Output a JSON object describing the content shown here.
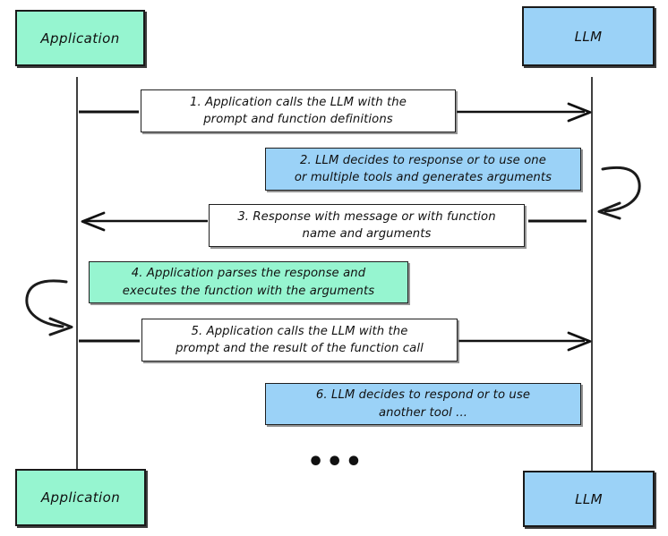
{
  "diagram": {
    "type": "sequence-diagram",
    "title": "LLM function calling sequence",
    "colors": {
      "application_fill": "#96f5d0",
      "llm_fill": "#9bd2f7",
      "plain_fill": "#ffffff",
      "stroke": "#1a1a1a",
      "background": "#ffffff"
    },
    "participants": [
      {
        "id": "application-top",
        "label": "Application",
        "role": "application",
        "position": "top-left"
      },
      {
        "id": "llm-top",
        "label": "LLM",
        "role": "llm",
        "position": "top-right"
      },
      {
        "id": "application-bottom",
        "label": "Application",
        "role": "application",
        "position": "bottom-left"
      },
      {
        "id": "llm-bottom",
        "label": "LLM",
        "role": "llm",
        "position": "bottom-right"
      }
    ],
    "messages": [
      {
        "number": "1",
        "text": "1. Application calls the LLM with the prompt and function definitions",
        "line1": "1. Application calls the LLM with the",
        "line2": "prompt and function definitions",
        "fill": "#ffffff",
        "direction": "application-to-llm",
        "arrow": "right"
      },
      {
        "number": "2",
        "text": "2. LLM decides to response or to use one or multiple tools and generates arguments",
        "line1": "2. LLM decides to response or to use one",
        "line2": "or multiple tools and generates arguments",
        "fill": "#9bd2f7",
        "direction": "llm-self",
        "arrow": "self-loop-left"
      },
      {
        "number": "3",
        "text": "3. Response with message or with function name and arguments",
        "line1": "3. Response with message or with function",
        "line2": "name and arguments",
        "fill": "#ffffff",
        "direction": "llm-to-application",
        "arrow": "left"
      },
      {
        "number": "4",
        "text": "4. Application parses the response and executes the function with the arguments",
        "line1": "4. Application parses the response and",
        "line2": "executes the function with the arguments",
        "fill": "#96f5d0",
        "direction": "application-self",
        "arrow": "self-loop-right"
      },
      {
        "number": "5",
        "text": "5. Application calls the LLM with the prompt and the result of the function call",
        "line1": "5. Application calls the LLM with the",
        "line2": "prompt and the result of the function call",
        "fill": "#ffffff",
        "direction": "application-to-llm",
        "arrow": "right"
      },
      {
        "number": "6",
        "text": "6. LLM decides to respond or to use another tool ...",
        "line1": "6. LLM decides to respond or to use",
        "line2": "another tool ...",
        "fill": "#9bd2f7",
        "direction": "llm-note",
        "arrow": "none"
      }
    ],
    "continuation": "•••"
  }
}
